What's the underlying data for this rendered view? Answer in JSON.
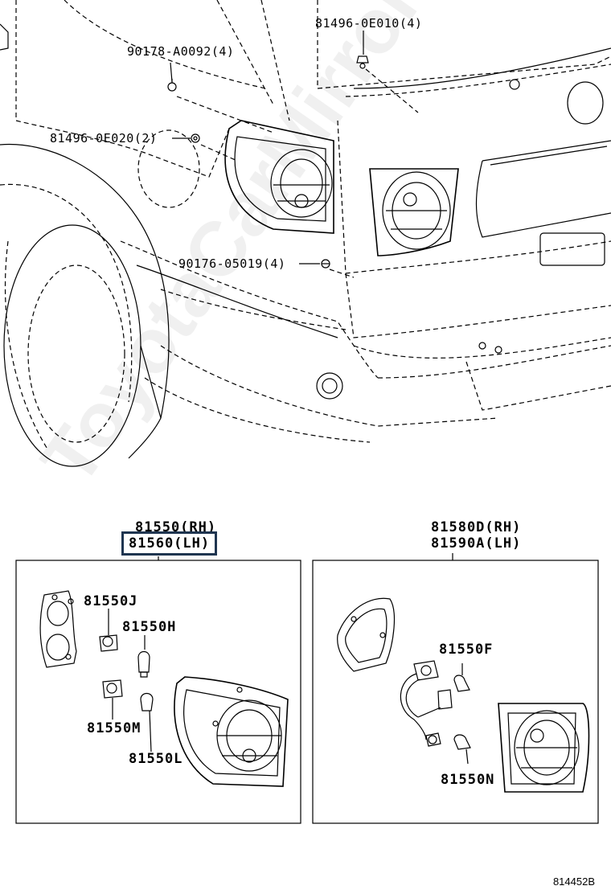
{
  "labels": {
    "p90178": "90178-A0092(4)",
    "p81496_010": "81496-0E010(4)",
    "p81496_020": "81496-0E020(2)",
    "p90176": "90176-05019(4)",
    "p81550_rh": "81550(RH)",
    "p81560_lh": "81560(LH)",
    "p81580_rh": "81580D(RH)",
    "p81590_lh": "81590A(LH)",
    "p81550J": "81550J",
    "p81550H": "81550H",
    "p81550M": "81550M",
    "p81550L": "81550L",
    "p81550F": "81550F",
    "p81550N": "81550N"
  },
  "drawing_number": "814452B",
  "watermark": "ToyotaCarMirror.ru",
  "colors": {
    "line": "#000000",
    "highlight": "#1f3550",
    "watermark": "#000000"
  }
}
